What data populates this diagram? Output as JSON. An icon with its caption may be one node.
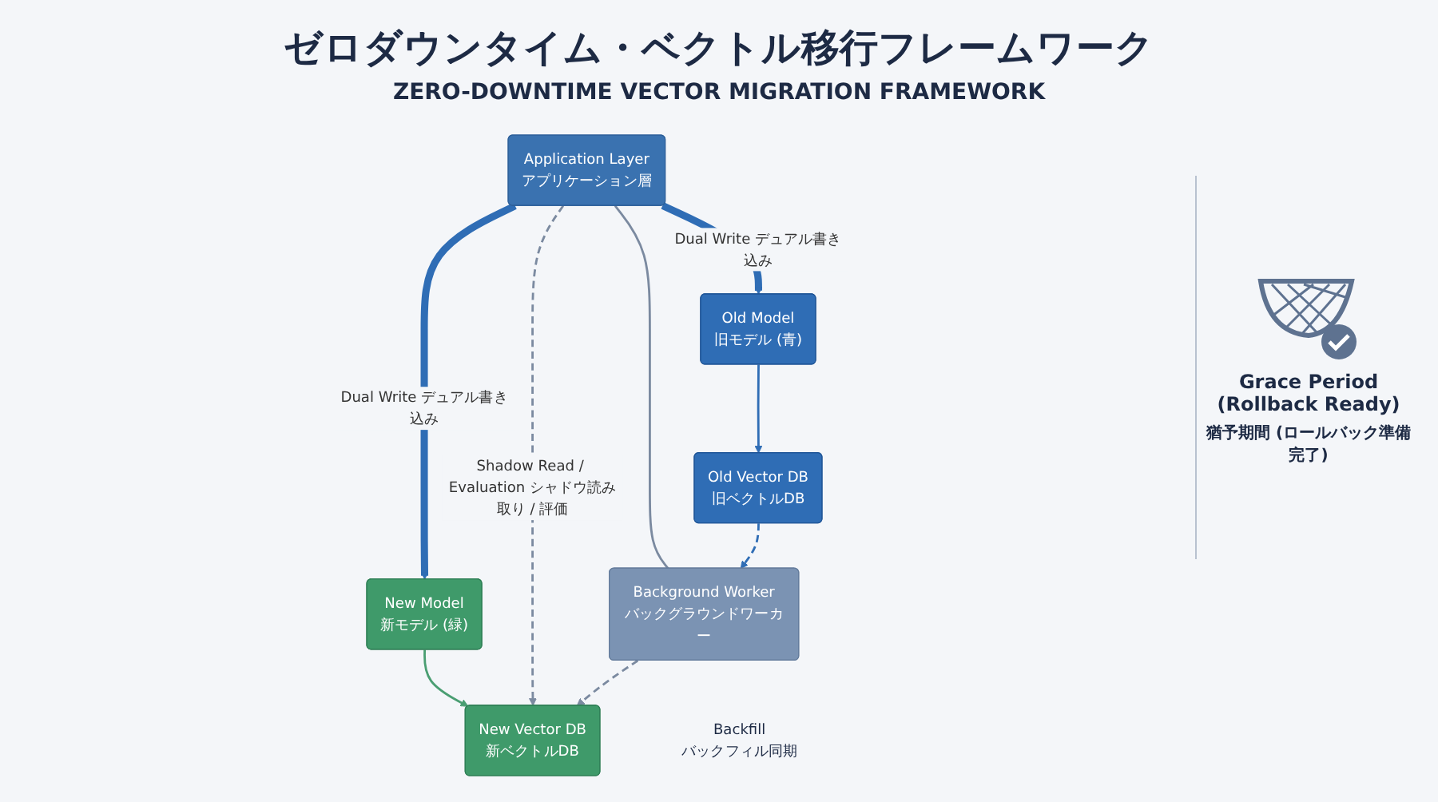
{
  "diagram": {
    "title": "ゼロダウンタイム・ベクトル移行フレームワーク",
    "nodes": [
      {
        "text": [
          "Application Layer",
          "アプリケーション層"
        ]
      },
      {
        "text": [
          "Old Model",
          "旧モデル (青)"
        ]
      },
      {
        "text": [
          "New Model",
          "新モデル (緑)"
        ]
      },
      {
        "text": [
          "Old Vector DB",
          "旧ベクトルDB"
        ]
      },
      {
        "text": [
          "Background Worker",
          "バックグラウンドワーカー"
        ],
        "beside": [
          "Backfill",
          "バックフィル同期"
        ]
      },
      {
        "text": [
          "New Vector DB",
          "新ベクトルDB"
        ]
      }
    ],
    "edges": [
      {
        "from": 0,
        "to": 1,
        "arrow": "to",
        "label": "Dual Write デュアル書き込み",
        "style": "thick"
      },
      {
        "from": 0,
        "to": 2,
        "arrow": "to",
        "label": "Dual Write デュアル書き込み",
        "style": "thick"
      },
      {
        "from": 1,
        "to": 3,
        "arrow": "to"
      },
      {
        "from": 2,
        "to": 5,
        "arrow": "to",
        "color": "#4a9e72"
      },
      {
        "from": 0,
        "to": 5,
        "arrow": "to",
        "label": "Shadow Read / Evaluation シャドウ読み取り / 評価",
        "style": "dashed",
        "color": "#7b8aa0"
      },
      {
        "from": 0,
        "to": 4,
        "arrow": "none",
        "color": "#7b8aa0"
      },
      {
        "from": 3,
        "to": 4,
        "arrow": "to",
        "style": "dashed"
      },
      {
        "from": 4,
        "to": 5,
        "arrow": "to",
        "style": "dashed",
        "color": "#7b8aa0"
      }
    ],
    "labels": [
      "ZERO-DOWNTIME VECTOR MIGRATION FRAMEWORK",
      "Grace Period (Rollback Ready)",
      "猶予期間 (ロールバック準備完了)"
    ]
  }
}
